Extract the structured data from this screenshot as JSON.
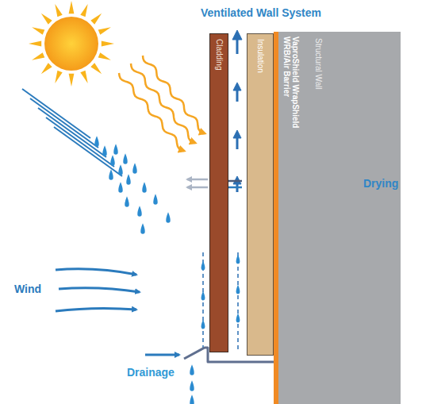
{
  "diagram": {
    "title": "Ventilated Wall System",
    "nodes": [
      {
        "text": [
          "Cladding"
        ]
      },
      {
        "text": [
          "Insulation"
        ]
      },
      {
        "text": [
          "VaproShield WrapShield WRB/Air Barrier"
        ]
      },
      {
        "text": [
          "Structural Wall"
        ]
      }
    ],
    "labels": [
      "Drying",
      "Wind",
      "Drainage"
    ]
  }
}
